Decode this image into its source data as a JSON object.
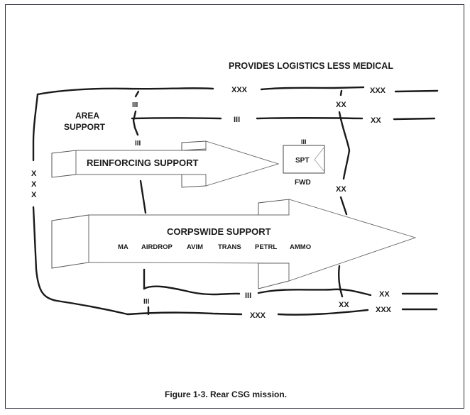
{
  "title": "PROVIDES LOGISTICS LESS MEDICAL",
  "caption": "Figure 1-3. Rear CSG mission.",
  "area_support": [
    "AREA",
    "SUPPORT"
  ],
  "reinforcing_arrow": {
    "label": "REINFORCING SUPPORT"
  },
  "corpswide_arrow": {
    "label": "CORPSWIDE SUPPORT",
    "functions": [
      "MA",
      "AIRDROP",
      "AVIM",
      "TRANS",
      "PETRL",
      "AMMO"
    ]
  },
  "unit_symbol": {
    "echelon": "III",
    "text": "SPT",
    "sublabel": "FWD"
  },
  "boundary_labels": {
    "top_xxx_1": "XXX",
    "top_xxx_2": "XXX",
    "top_iii_1": "III",
    "top_iii_2": "III",
    "top_iii_3": "III",
    "top_xx_1": "XX",
    "top_xx_2": "XX",
    "mid_xx": "XX",
    "left_xxx": [
      "X",
      "X",
      "X"
    ],
    "bottom_iii_1": "III",
    "bottom_iii_2": "III",
    "bottom_xx_1": "XX",
    "bottom_xx_2": "XX",
    "bottom_xxx_1": "XXX",
    "bottom_xxx_2": "XXX"
  }
}
